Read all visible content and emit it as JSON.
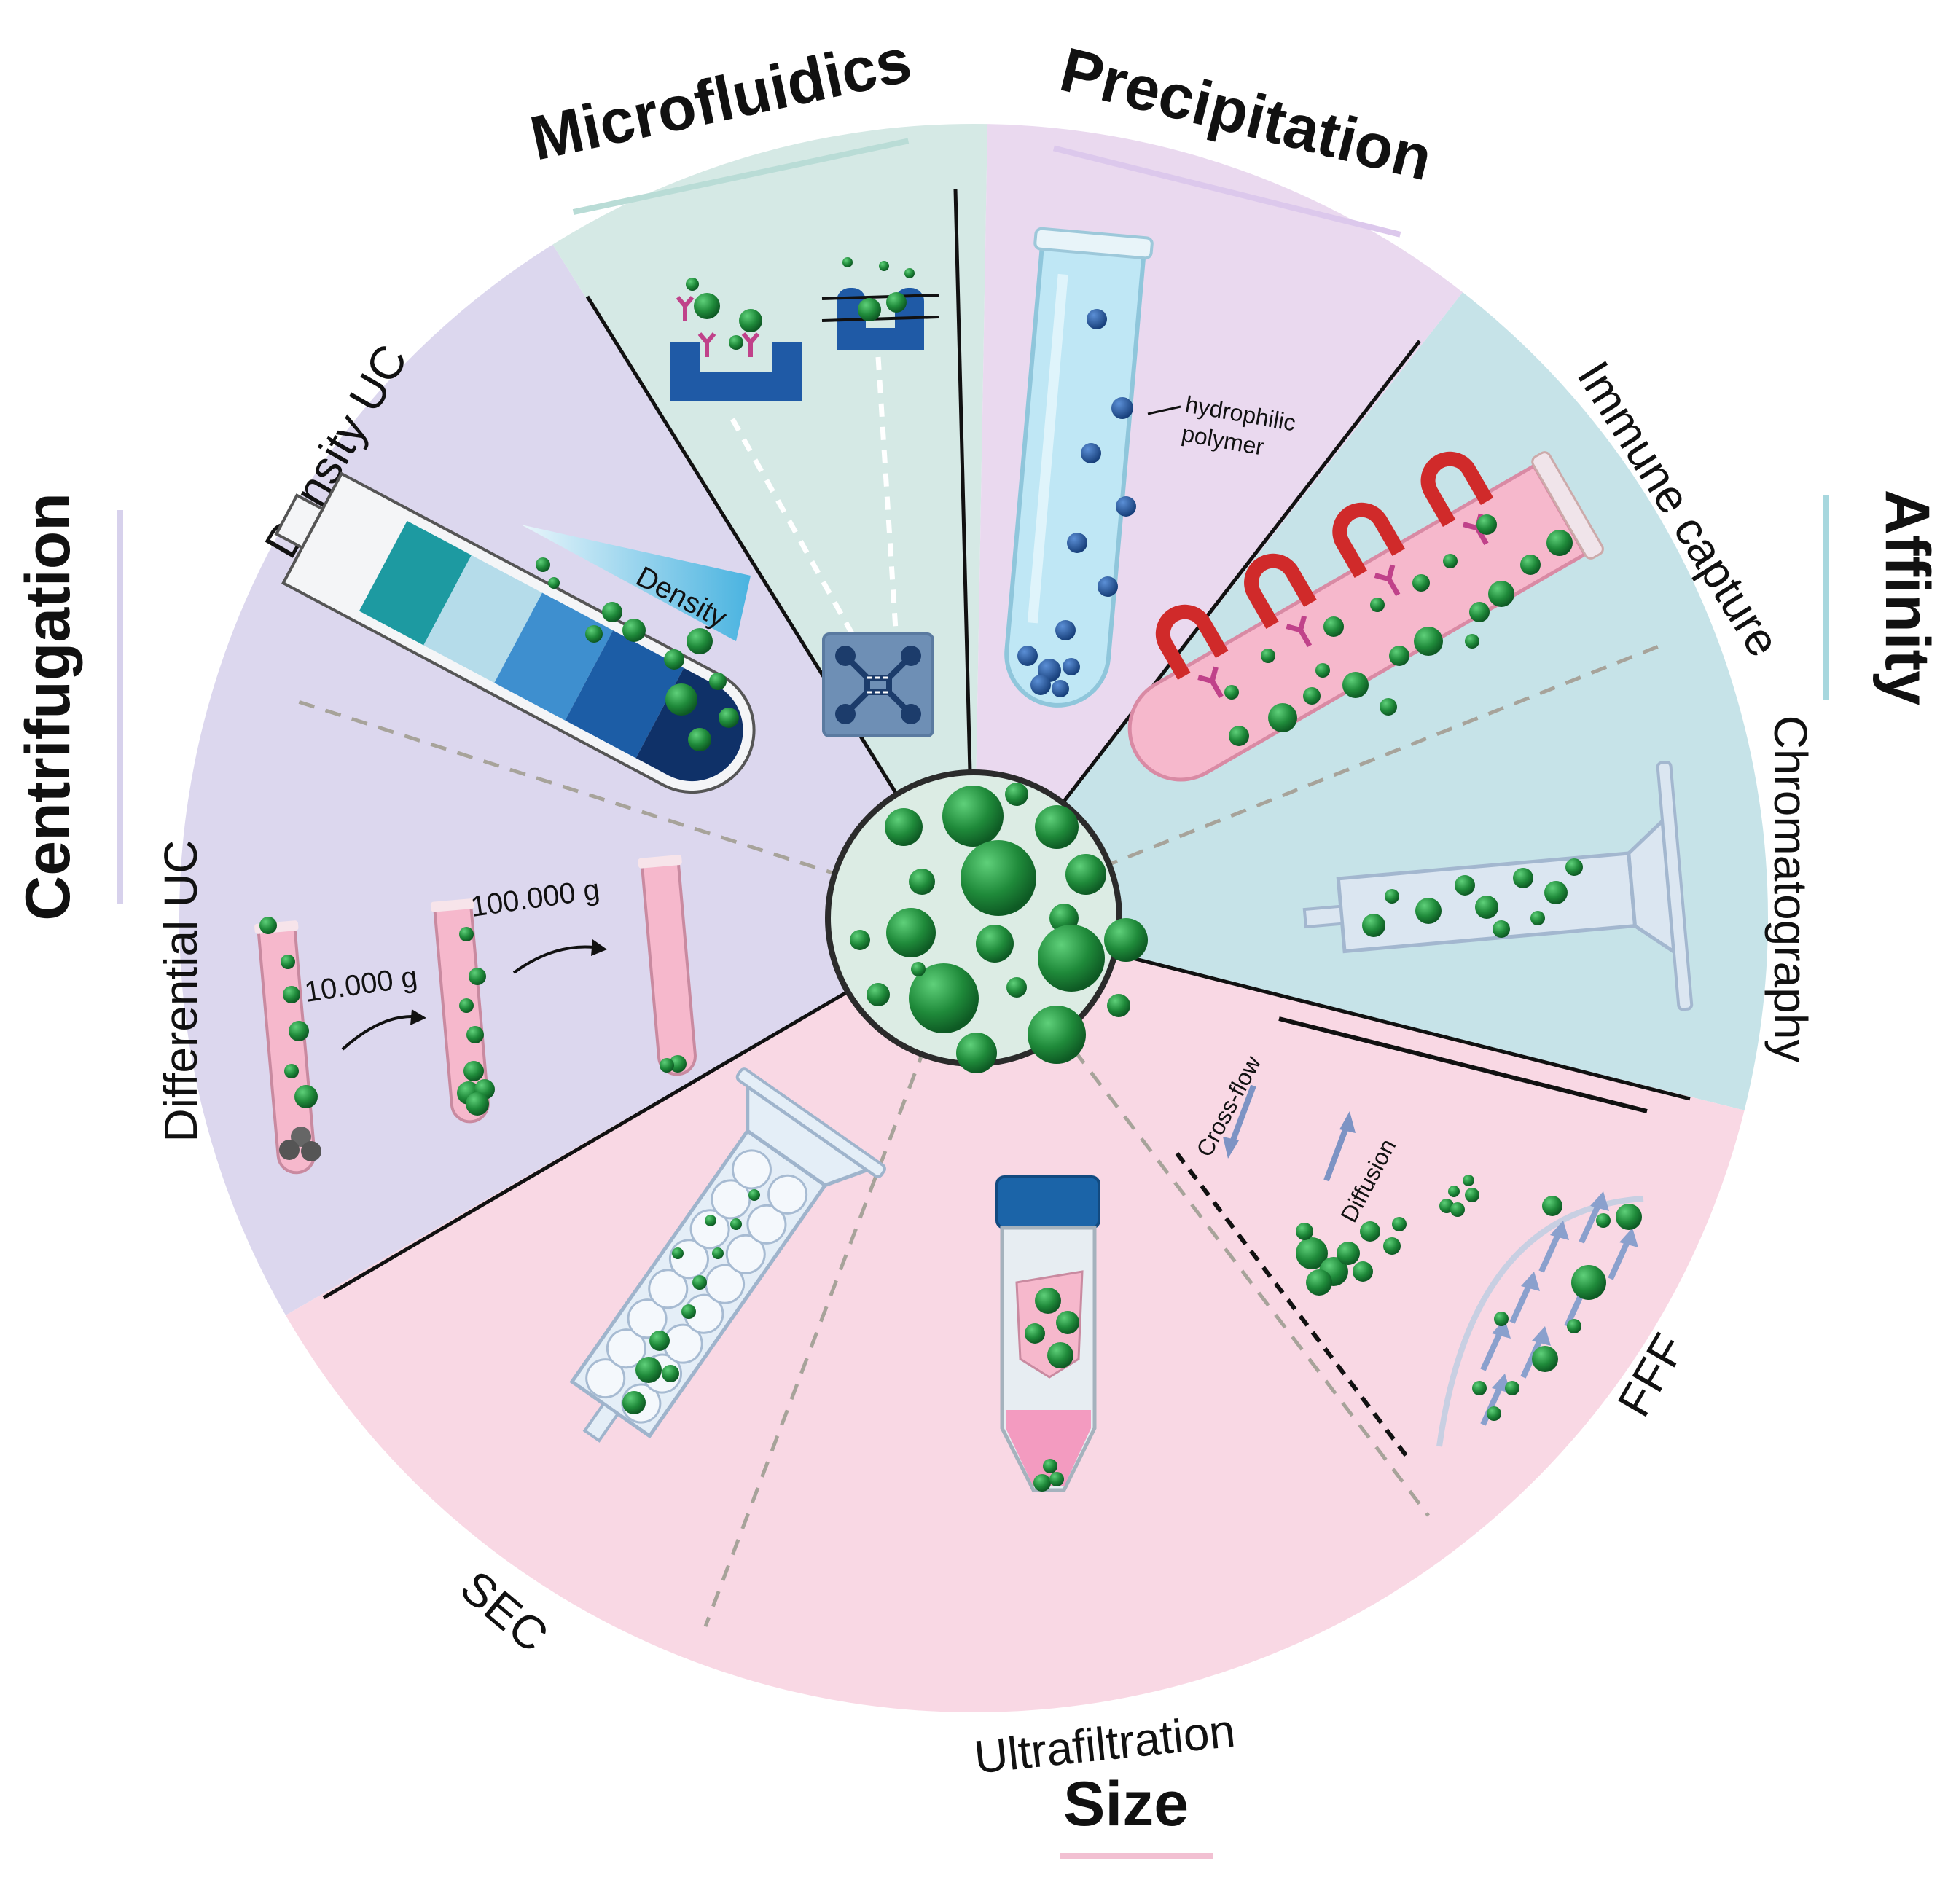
{
  "categories": {
    "microfluidics": "Microfluidics",
    "precipitation": "Precipitation",
    "affinity": "Affinity",
    "size": "Size",
    "centrifugation": "Centrifugation"
  },
  "methods": {
    "density_uc": "Density UC",
    "differential_uc": "Differential UC",
    "immune_capture": "Immune capture",
    "chromatography": "Chromatography",
    "fff": "FFF",
    "ultrafiltration": "Ultrafiltration",
    "sec": "SEC"
  },
  "labels": {
    "density": "Density",
    "hydrophilic_polymer_line1": "hydrophilic",
    "hydrophilic_polymer_line2": "polymer",
    "g_10000": "10.000 g",
    "g_100000": "100.000 g",
    "cross_flow": "Cross-flow",
    "diffusion": "Diffusion"
  },
  "colors": {
    "centrifugation": "#dcd7ee",
    "microfluidics": "#d5e9e5",
    "precipitation": "#ead9ef",
    "affinity": "#c6e3e8",
    "size": "#f9d8e4",
    "vesicle": "#1f8a3a",
    "tube_pink": "#f6b8cc",
    "antibody": "#c0428a",
    "magnet": "#d02a2a",
    "deep_blue": "#1b4d8f"
  }
}
